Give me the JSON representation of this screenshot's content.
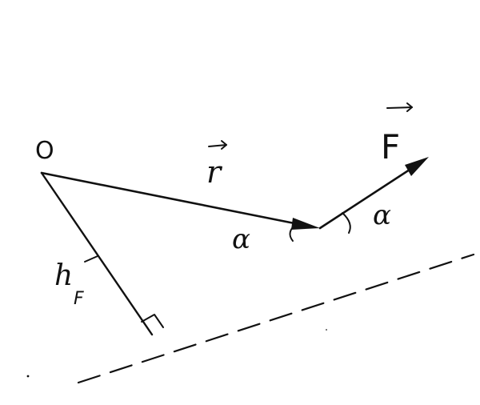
{
  "diagram": {
    "labels": {
      "origin": "O",
      "radius_vector": "r",
      "force": "F",
      "angle_left": "α",
      "angle_right": "α",
      "arm": "h",
      "arm_subscript": "F"
    },
    "colors": {
      "ink": "#111111",
      "background": "#ffffff"
    }
  }
}
